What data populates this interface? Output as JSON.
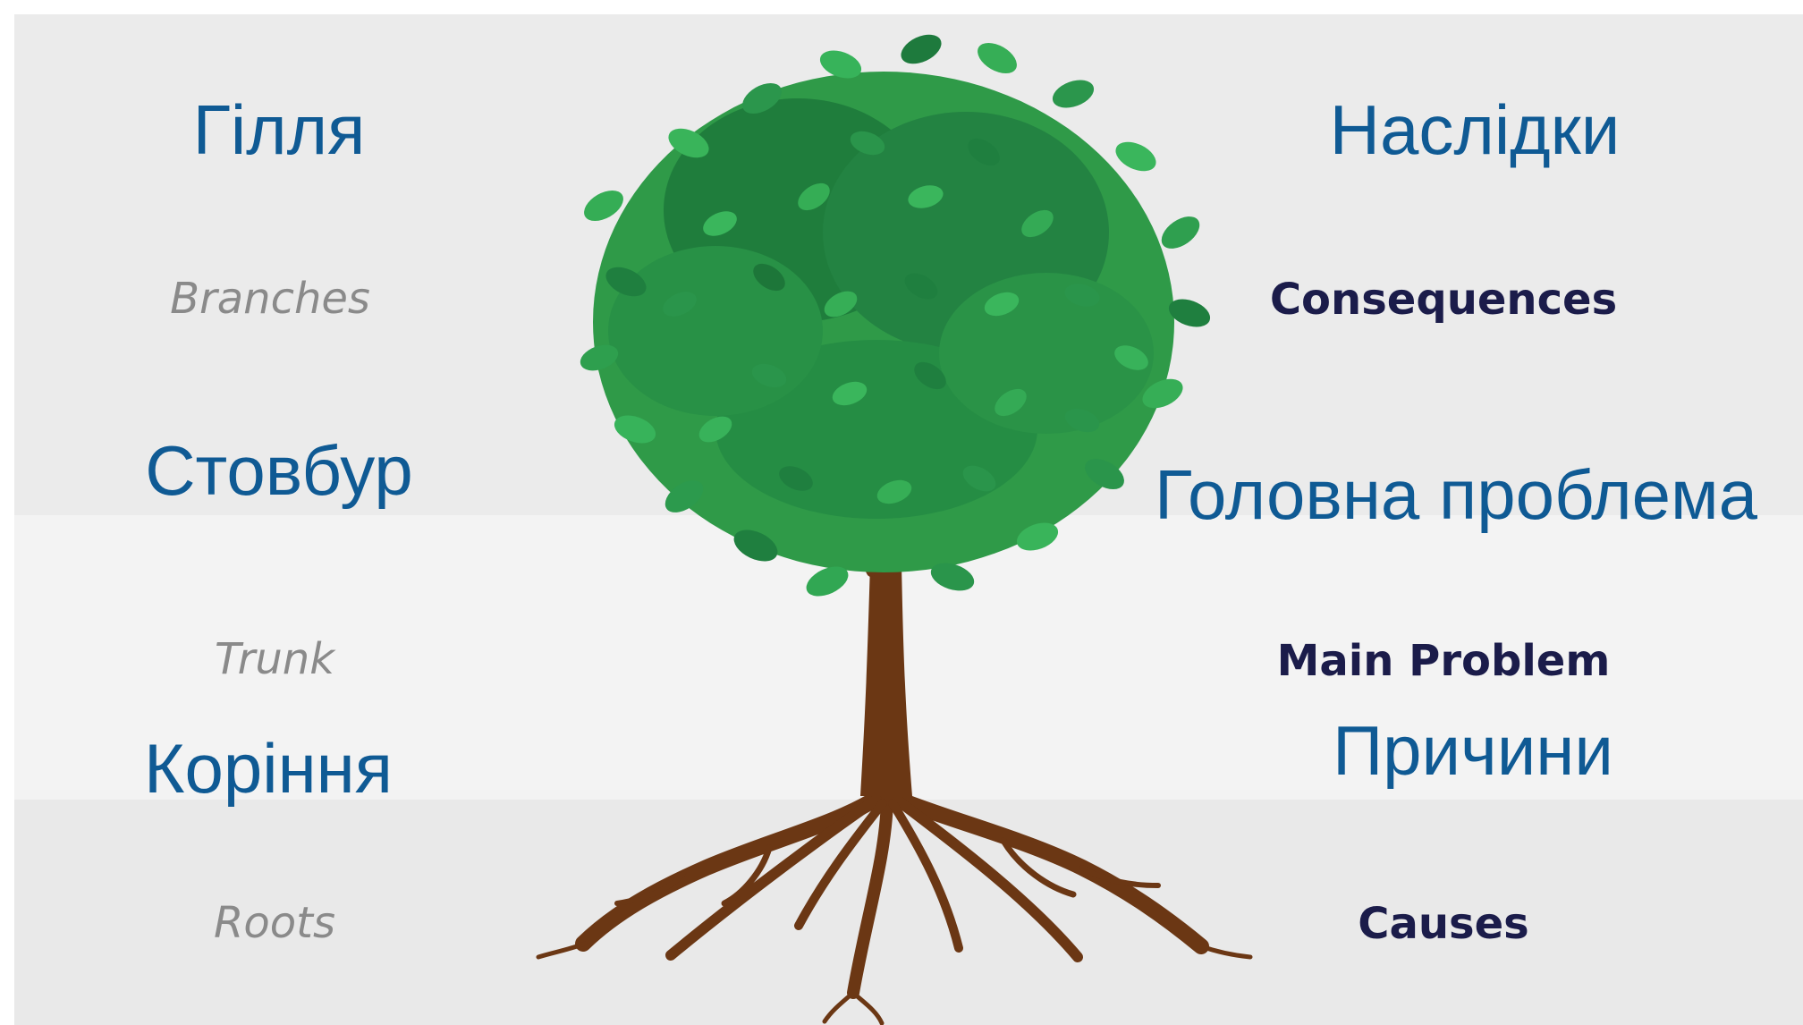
{
  "left": {
    "branches_ua": "Гілля",
    "branches_en": "Branches",
    "trunk_ua": "Стовбур",
    "trunk_en": "Trunk",
    "roots_ua": "Коріння",
    "roots_en": "Roots"
  },
  "right": {
    "consequences_ua": "Наслідки",
    "consequences_en": "Consequences",
    "problem_ua": "Головна проблема",
    "problem_en": "Main Problem",
    "causes_ua": "Причини",
    "causes_en": "Causes"
  },
  "colors": {
    "ukrainian_text": "#0f5a94",
    "english_left_text": "#8a8a8a",
    "english_right_text": "#1b1c4a",
    "foliage": "#2e9b48",
    "trunk": "#6b3714"
  }
}
